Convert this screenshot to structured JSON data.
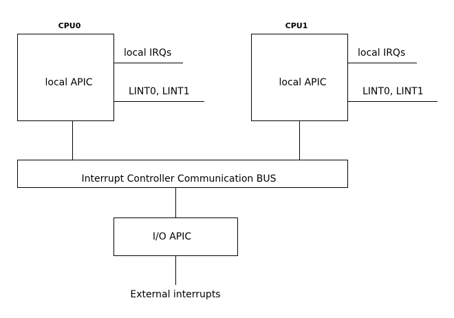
{
  "cpus": [
    {
      "title": "CPU0",
      "apic_label": "local APIC",
      "irq_label": "local IRQs",
      "lint_label": "LINT0, LINT1"
    },
    {
      "title": "CPU1",
      "apic_label": "local APIC",
      "irq_label": "local IRQs",
      "lint_label": "LINT0, LINT1"
    }
  ],
  "bus": {
    "label": "Interrupt Controller Communication BUS"
  },
  "io_apic": {
    "label": "I/O APIC"
  },
  "external": {
    "label": "External interrupts"
  },
  "colors": {
    "stroke": "#000000",
    "background": "#ffffff"
  }
}
